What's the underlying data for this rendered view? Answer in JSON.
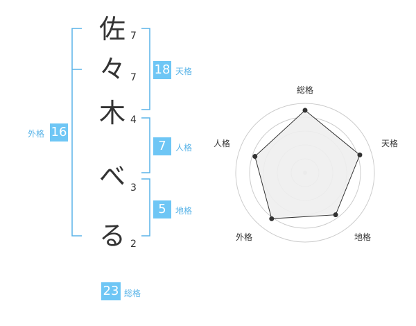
{
  "name_chars": [
    {
      "char": "佐",
      "strokes": "7"
    },
    {
      "char": "々",
      "strokes": "7"
    },
    {
      "char": "木",
      "strokes": "4"
    },
    {
      "char": "べ",
      "strokes": "3"
    },
    {
      "char": "る",
      "strokes": "2"
    }
  ],
  "fortune": {
    "tenkaku": {
      "value": "18",
      "label": "天格"
    },
    "jinkaku": {
      "value": "7",
      "label": "人格"
    },
    "chikaku": {
      "value": "5",
      "label": "地格"
    },
    "gaikaku": {
      "value": "16",
      "label": "外格"
    },
    "soukaku": {
      "value": "23",
      "label": "総格"
    }
  },
  "radar": {
    "axes": [
      "総格",
      "天格",
      "地格",
      "外格",
      "人格"
    ],
    "values": [
      0.9,
      0.83,
      0.75,
      0.82,
      0.76
    ],
    "colors": {
      "line": "#333333",
      "fill": "#eeeeee",
      "grid": "#cccccc",
      "bracket": "#5ab4e8",
      "badge": "#6ec6f5"
    }
  }
}
